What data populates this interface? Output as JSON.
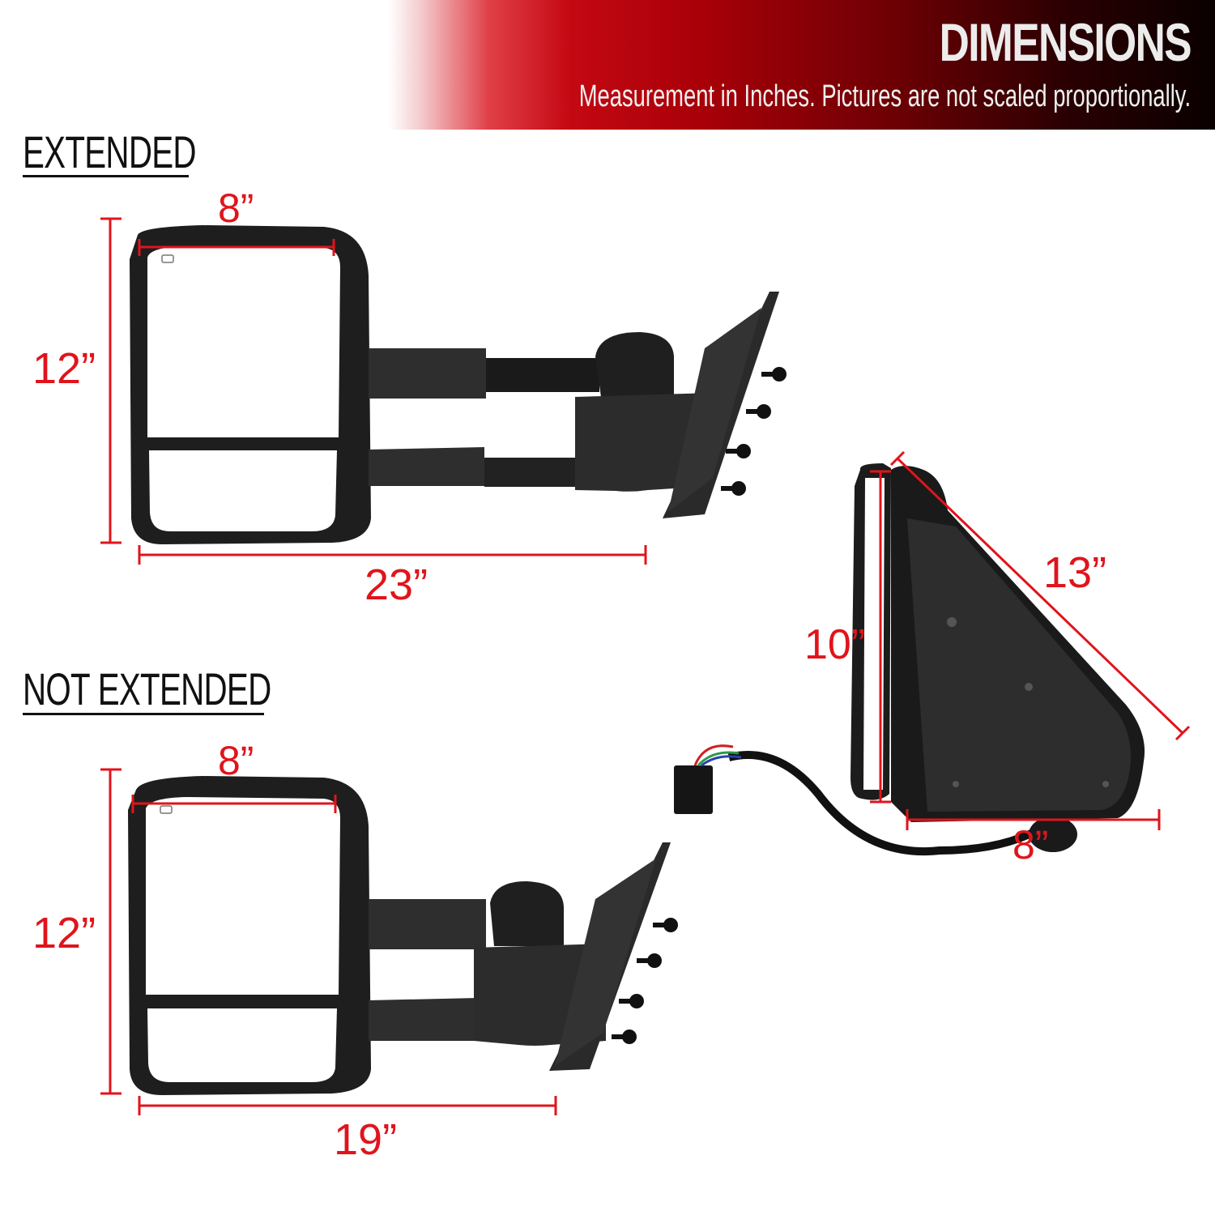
{
  "header": {
    "title": "DIMENSIONS",
    "subtitle": "Measurement in Inches. Pictures are not scaled proportionally."
  },
  "colors": {
    "dimension_red": "#e0141c",
    "banner_dark": "#0a0000",
    "banner_red": "#b00008",
    "mirror_body": "#2a2a2a"
  },
  "sections": {
    "extended": {
      "label": "EXTENDED",
      "width": "8”",
      "height": "12”",
      "length": "23”"
    },
    "not_extended": {
      "label": "NOT EXTENDED",
      "width": "8”",
      "height": "12”",
      "length": "19”"
    },
    "side_view": {
      "height": "10”",
      "diagonal": "13”",
      "depth": "8”"
    }
  }
}
